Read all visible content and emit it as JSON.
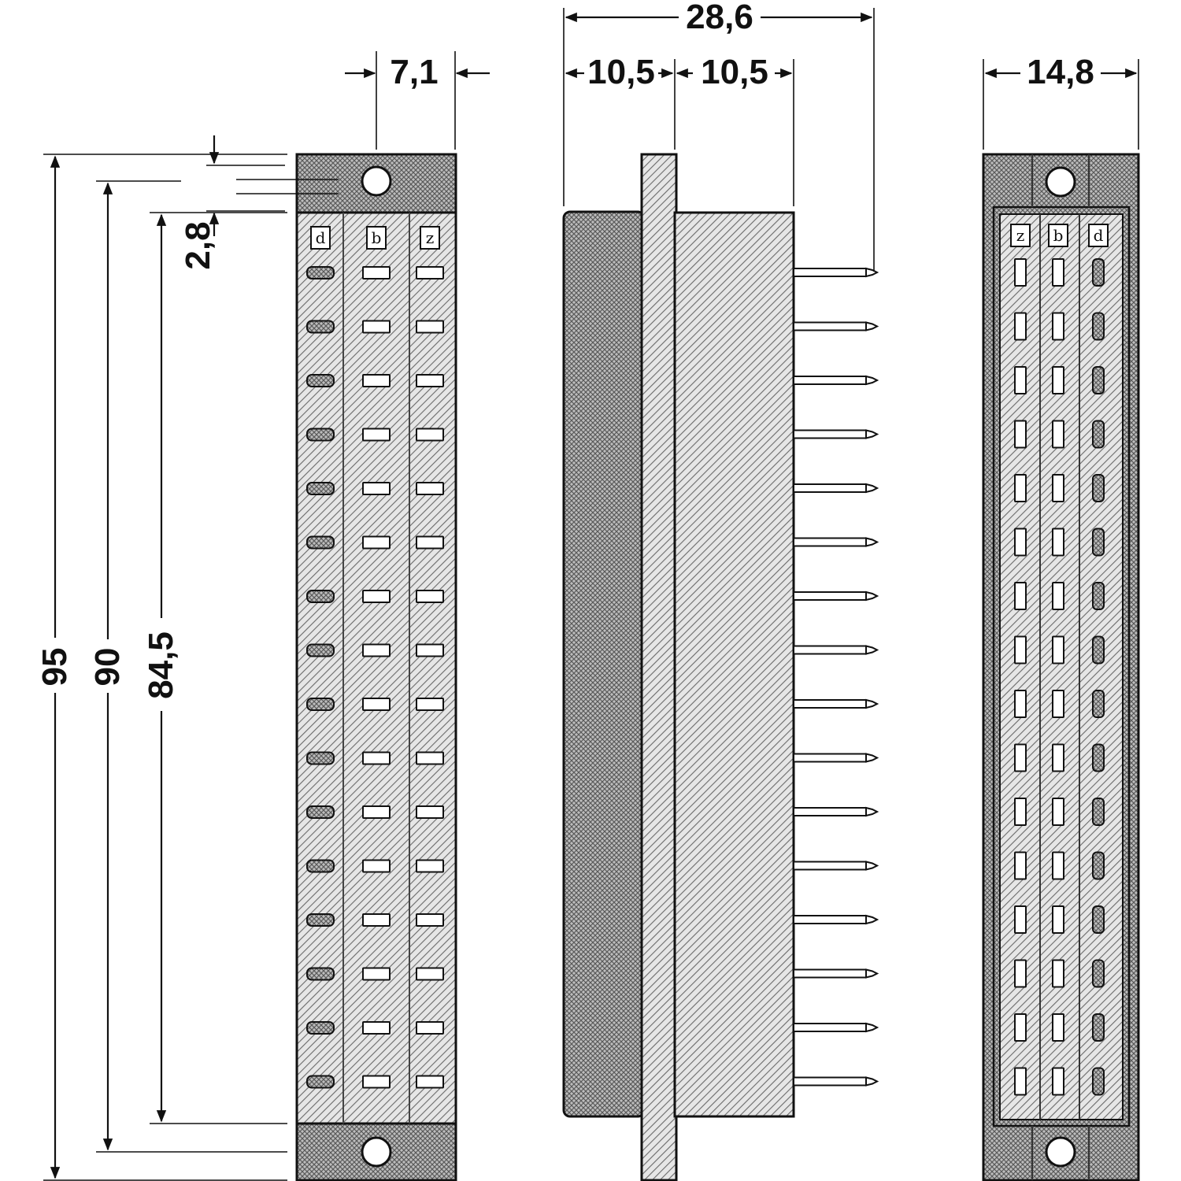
{
  "dimensions": {
    "front_width": "7,1",
    "offset": "2,8",
    "height_overall": "95",
    "height_mount": "90",
    "height_pins": "84,5",
    "side_total": "28,6",
    "side_left": "10,5",
    "side_right": "10,5",
    "back_width": "14,8"
  },
  "front_view": {
    "columns": [
      "d",
      "b",
      "z"
    ],
    "rows": 16
  },
  "back_view": {
    "columns": [
      "z",
      "b",
      "d"
    ],
    "rows": 16
  },
  "side_view": {
    "pin_count": 16
  },
  "colors": {
    "ink": "#111111",
    "hatch": "#7a7a7a",
    "body": "#d8d8d8",
    "dense": "#9a9a9a"
  }
}
